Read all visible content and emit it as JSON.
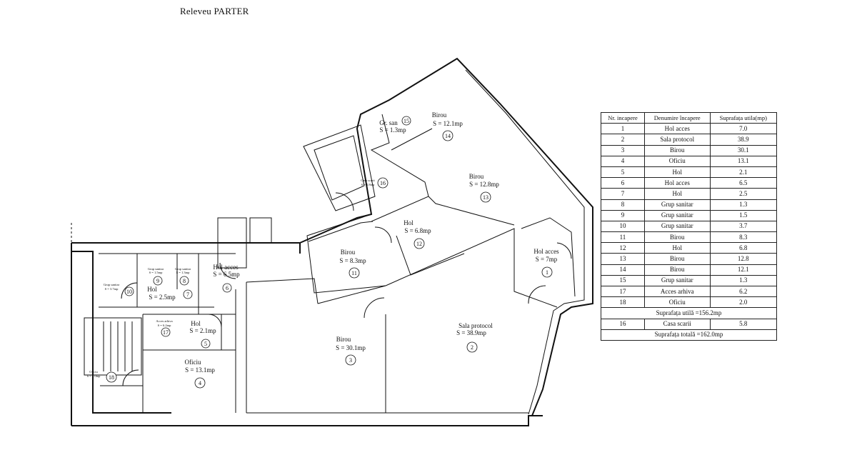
{
  "title": "Releveu PARTER",
  "rooms": [
    {
      "id": "15",
      "name": "Gr. san",
      "area": "S = 1.3mp"
    },
    {
      "id": "14",
      "name": "Birou",
      "area": "S = 12.1mp"
    },
    {
      "id": "13",
      "name": "Birou",
      "area": "S = 12.8mp"
    },
    {
      "id": "16",
      "name": "Casa scarii",
      "area": "S = 5.8mp"
    },
    {
      "id": "12",
      "name": "Hol",
      "area": "S = 6.8mp"
    },
    {
      "id": "11",
      "name": "Birou",
      "area": "S = 8.3mp"
    },
    {
      "id": "1",
      "name": "Hol acces",
      "area": "S = 7mp"
    },
    {
      "id": "2",
      "name": "Sala protocol",
      "area": "S = 38.9mp"
    },
    {
      "id": "3",
      "name": "Birou",
      "area": "S = 30.1mp"
    },
    {
      "id": "4",
      "name": "Oficiu",
      "area": "S = 13.1mp"
    },
    {
      "id": "5",
      "name": "Hol",
      "area": "S = 2.1mp"
    },
    {
      "id": "6",
      "name": "Hol acces",
      "area": "S = 6.5mp"
    },
    {
      "id": "7",
      "name": "Hol",
      "area": "S = 2.5mp"
    },
    {
      "id": "8",
      "name": "Grup sanitar",
      "area": "S = 1.3mp"
    },
    {
      "id": "9",
      "name": "Grup sanitar",
      "area": "S = 1.5mp"
    },
    {
      "id": "10",
      "name": "Grup sanitar",
      "area": "S = 3.7mp"
    },
    {
      "id": "17",
      "name": "Acces arhiva",
      "area": "S = 6.2mp"
    },
    {
      "id": "18",
      "name": "Oficiu",
      "area": "S = 2.0mp"
    }
  ],
  "table": {
    "headers": [
      "Nr. incapere",
      "Denumire încapere",
      "Suprafața utila(mp)"
    ],
    "rows": [
      [
        "1",
        "Hol acces",
        "7.0"
      ],
      [
        "2",
        "Sala protocol",
        "38.9"
      ],
      [
        "3",
        "Birou",
        "30.1"
      ],
      [
        "4",
        "Oficiu",
        "13.1"
      ],
      [
        "5",
        "Hol",
        "2.1"
      ],
      [
        "6",
        "Hol acces",
        "6.5"
      ],
      [
        "7",
        "Hol",
        "2.5"
      ],
      [
        "8",
        "Grup sanitar",
        "1.3"
      ],
      [
        "9",
        "Grup sanitar",
        "1.5"
      ],
      [
        "10",
        "Grup sanitar",
        "3.7"
      ],
      [
        "11",
        "Birou",
        "8.3"
      ],
      [
        "12",
        "Hol",
        "6.8"
      ],
      [
        "13",
        "Birou",
        "12.8"
      ],
      [
        "14",
        "Birou",
        "12.1"
      ],
      [
        "15",
        "Grup sanitar",
        "1.3"
      ],
      [
        "17",
        "Acces arhiva",
        "6.2"
      ],
      [
        "18",
        "Oficiu",
        "2.0"
      ]
    ],
    "subtotal": "Suprafața utilă =156.2mp",
    "stair_row": [
      "16",
      "Casa scarii",
      "5.8"
    ],
    "total": "Suprafața totală =162.0mp"
  }
}
